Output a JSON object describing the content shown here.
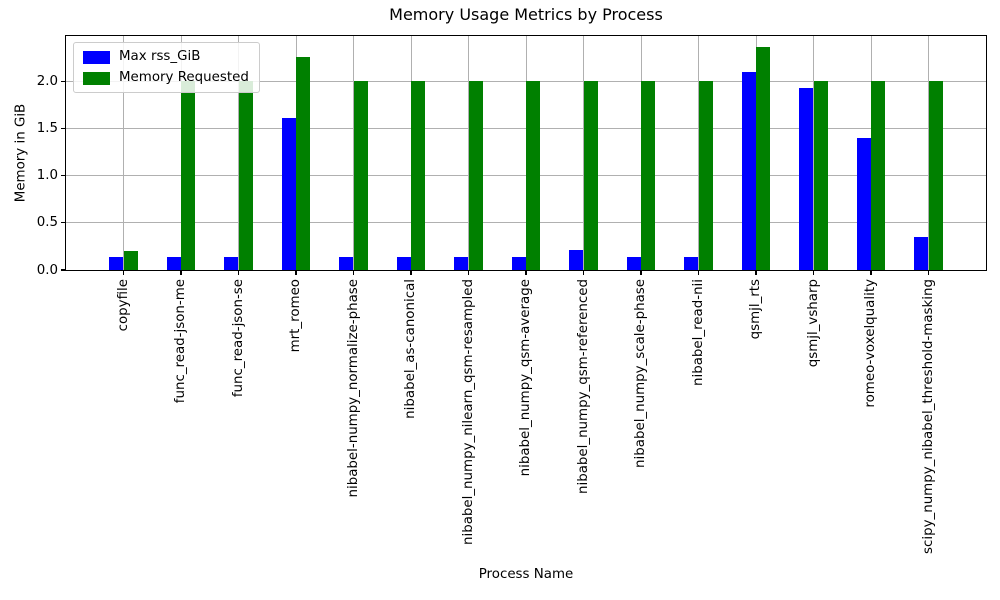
{
  "title": "Memory Usage Metrics by Process",
  "chart_data": {
    "type": "bar",
    "title": "Memory Usage Metrics by Process",
    "xlabel": "Process Name",
    "ylabel": "Memory in GiB",
    "categories": [
      "copyfile",
      "func_read-json-me",
      "func_read-json-se",
      "mrt_romeo",
      "nibabel-numpy_normalize-phase",
      "nibabel_as-canonical",
      "nibabel_numpy_nilearn_qsm-resampled",
      "nibabel_numpy_qsm-average",
      "nibabel_numpy_qsm-referenced",
      "nibabel_numpy_scale-phase",
      "nibabel_read-nii",
      "qsmjl_rts",
      "qsmjl_vsharp",
      "romeo-voxelquality",
      "scipy_numpy_nibabel_threshold-masking"
    ],
    "series": [
      {
        "name": "Max rss_GiB",
        "color": "#0000ff",
        "values": [
          0.14,
          0.14,
          0.14,
          1.61,
          0.14,
          0.14,
          0.14,
          0.14,
          0.21,
          0.14,
          0.14,
          2.1,
          1.93,
          1.4,
          0.35
        ]
      },
      {
        "name": "Memory Requested",
        "color": "#008000",
        "values": [
          0.2,
          2.0,
          2.0,
          2.26,
          2.0,
          2.0,
          2.0,
          2.0,
          2.0,
          2.0,
          2.0,
          2.36,
          2.0,
          2.0,
          2.0
        ]
      }
    ],
    "yticks": [
      0.0,
      0.5,
      1.0,
      1.5,
      2.0
    ],
    "ylim": [
      0,
      2.48
    ],
    "grid": true,
    "legend_position": "upper left",
    "grid_color": "#b0b0b0"
  }
}
